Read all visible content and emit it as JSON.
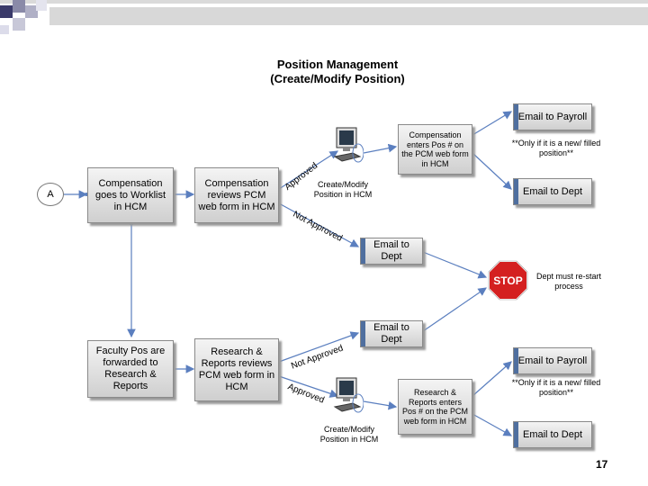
{
  "title": {
    "line1": "Position Management",
    "line2": "(Create/Modify Position)"
  },
  "start_connector": "A",
  "boxes": {
    "comp_worklist": "Compensation goes to Worklist in HCM",
    "comp_reviews": "Compensation reviews PCM web form in HCM",
    "comp_enters": "Compensation enters Pos # on the PCM web form in HCM",
    "faculty": "Faculty Pos are forwarded to Research & Reports",
    "rr_reviews": "Research & Reports reviews PCM web form in HCM",
    "rr_enters": "Research & Reports enters Pos # on the PCM web form in HCM"
  },
  "emails": {
    "payroll_top": "Email to Payroll",
    "dept_top": "Email to Dept",
    "dept_mid1": "Email to Dept",
    "dept_mid2": "Email to Dept",
    "payroll_bottom": "Email to Payroll",
    "dept_bottom": "Email to Dept"
  },
  "labels": {
    "approved_top": "Approved",
    "not_approved_top": "Not Approved",
    "not_approved_bottom": "Not Approved",
    "approved_bottom": "Approved",
    "create_modify_top": "Create/Modify Position in HCM",
    "create_modify_bottom": "Create/Modify Position in HCM",
    "only_if_top": "**Only if it is a new/ filled position**",
    "only_if_bottom": "**Only if it is a new/ filled position**",
    "dept_restart": "Dept must re-start process",
    "stop": "STOP"
  },
  "colors": {
    "stop_red": "#d42020",
    "email_accent": "#4f6f9f",
    "connector": "#5b7fbf"
  },
  "page_number": "17"
}
